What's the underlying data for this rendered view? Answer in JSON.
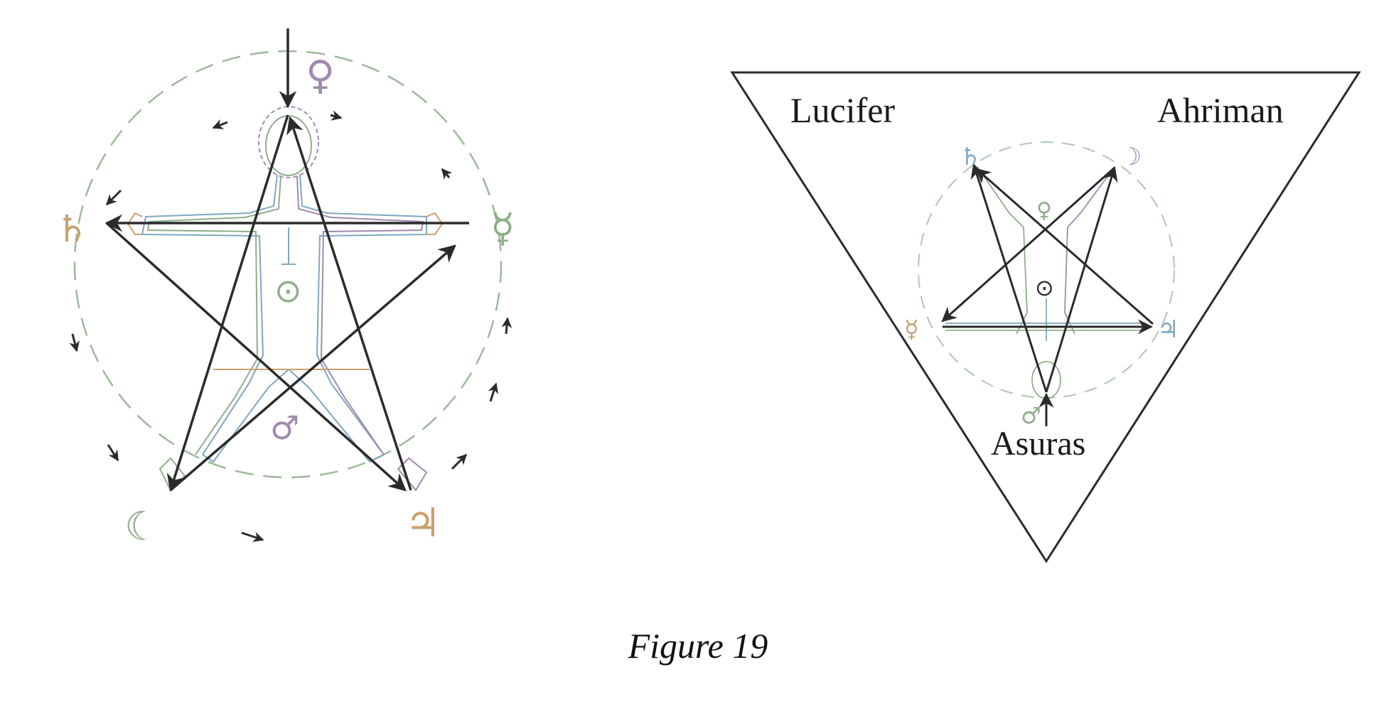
{
  "caption": "Figure 19",
  "left_pentagram": {
    "planets": {
      "top": "♀",
      "left": "♄",
      "right": "☿",
      "bottom_left": "☾",
      "bottom_right": "♃",
      "center": "⊙",
      "lower_center": "♂"
    }
  },
  "right_triangle": {
    "labels": {
      "top_left": "Lucifer",
      "top_right": "Ahriman",
      "bottom": "Asuras"
    },
    "planets": {
      "top_left": "♄",
      "top_right": "☽",
      "left": "☿",
      "right": "♃",
      "bottom": "♂",
      "center": "⊙",
      "upper_center": "♀"
    }
  },
  "colors": {
    "ink": "#2b2b2b",
    "figure_outline_green": "#8fae8a",
    "figure_outline_purple": "#a08ab0",
    "figure_outline_blue": "#7fa7c0",
    "figure_outline_orange": "#c9a070",
    "dashed_circle": "#9db89a"
  }
}
